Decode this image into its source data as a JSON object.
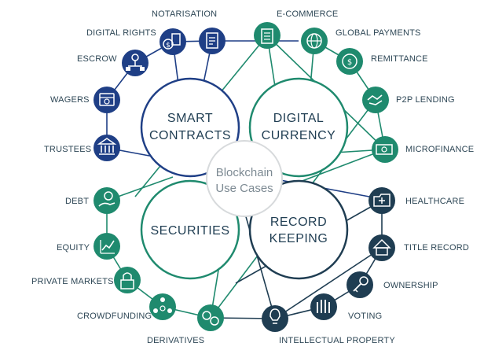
{
  "center": {
    "line1": "Blockchain",
    "line2": "Use Cases"
  },
  "categories": {
    "smart_contracts": {
      "line1": "SMART",
      "line2": "CONTRACTS"
    },
    "digital_currency": {
      "line1": "DIGITAL",
      "line2": "CURRENCY"
    },
    "securities": {
      "line1": "SECURITIES"
    },
    "record_keeping": {
      "line1": "RECORD",
      "line2": "KEEPING"
    }
  },
  "use_cases": {
    "notarisation": "NOTARISATION",
    "digital_rights": "DIGITAL RIGHTS",
    "escrow": "ESCROW",
    "wagers": "WAGERS",
    "trustees": "TRUSTEES",
    "ecommerce": "E-COMMERCE",
    "global_payments": "GLOBAL PAYMENTS",
    "remittance": "REMITTANCE",
    "p2p_lending": "P2P LENDING",
    "microfinance": "MICROFINANCE",
    "debt": "DEBT",
    "equity": "EQUITY",
    "private_markets": "PRIVATE MARKETS",
    "crowdfunding": "CROWDFUNDING",
    "derivatives": "DERIVATIVES",
    "healthcare": "HEALTHCARE",
    "title_record": "TITLE RECORD",
    "ownership": "OWNERSHIP",
    "voting": "VOTING",
    "intellectual_property": "INTELLECTUAL PROPERTY"
  },
  "colors": {
    "navy": "#1f3f86",
    "green": "#1f8a6e",
    "dark": "#1f3d52",
    "grey_text": "#7d8a93"
  }
}
